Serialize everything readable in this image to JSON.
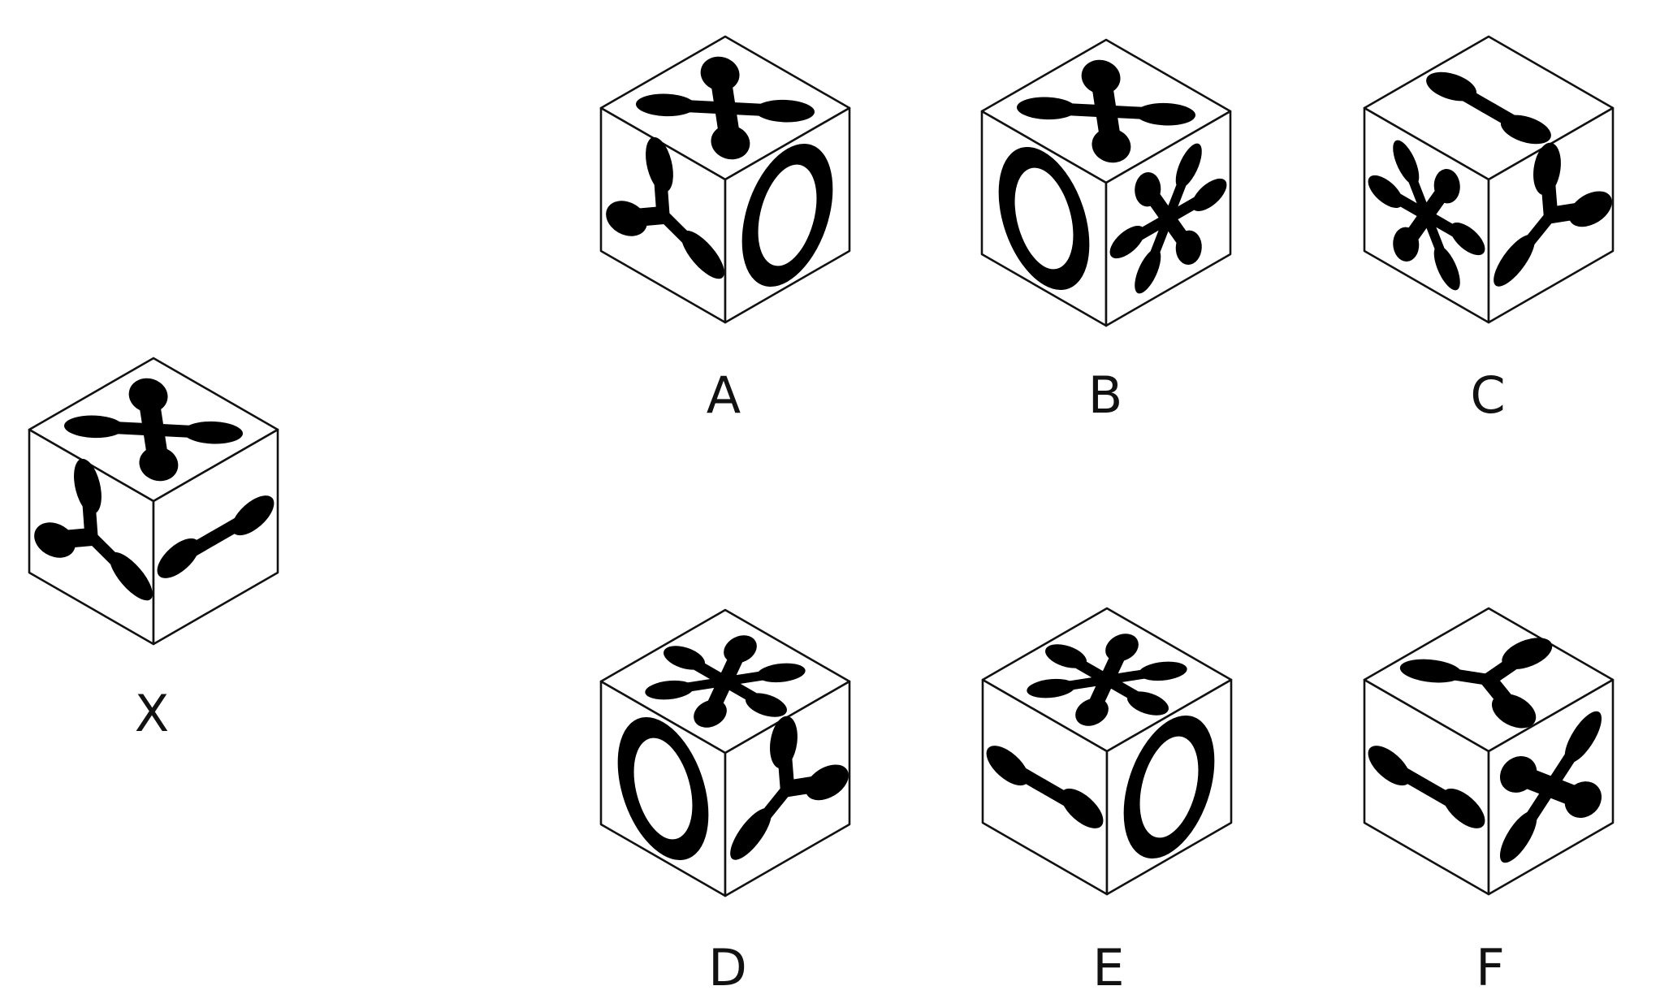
{
  "colors": {
    "stroke": "#111111",
    "symbol": "#000000",
    "background": "#ffffff"
  },
  "cubes": [
    {
      "id": "x",
      "label": "X",
      "faces": {
        "top": "cross-4-lobes",
        "left": "y-3-lobes",
        "right": "bar-2-lobes"
      }
    },
    {
      "id": "a",
      "label": "A",
      "faces": {
        "top": "cross-4-lobes",
        "left": "y-3-lobes",
        "right": "ring"
      }
    },
    {
      "id": "b",
      "label": "B",
      "faces": {
        "top": "cross-4-lobes",
        "left": "ring",
        "right": "star-6-lobes"
      }
    },
    {
      "id": "c",
      "label": "C",
      "faces": {
        "top": "bar-2-lobes",
        "left": "star-6-lobes",
        "right": "y-3-lobes"
      }
    },
    {
      "id": "d",
      "label": "D",
      "faces": {
        "top": "star-6-lobes",
        "left": "ring",
        "right": "y-3-lobes"
      }
    },
    {
      "id": "e",
      "label": "E",
      "faces": {
        "top": "star-6-lobes",
        "left": "bar-2-lobes",
        "right": "ring"
      }
    },
    {
      "id": "f",
      "label": "F",
      "faces": {
        "top": "y-3-lobes",
        "left": "bar-2-lobes",
        "right": "cross-4-lobes"
      }
    }
  ]
}
